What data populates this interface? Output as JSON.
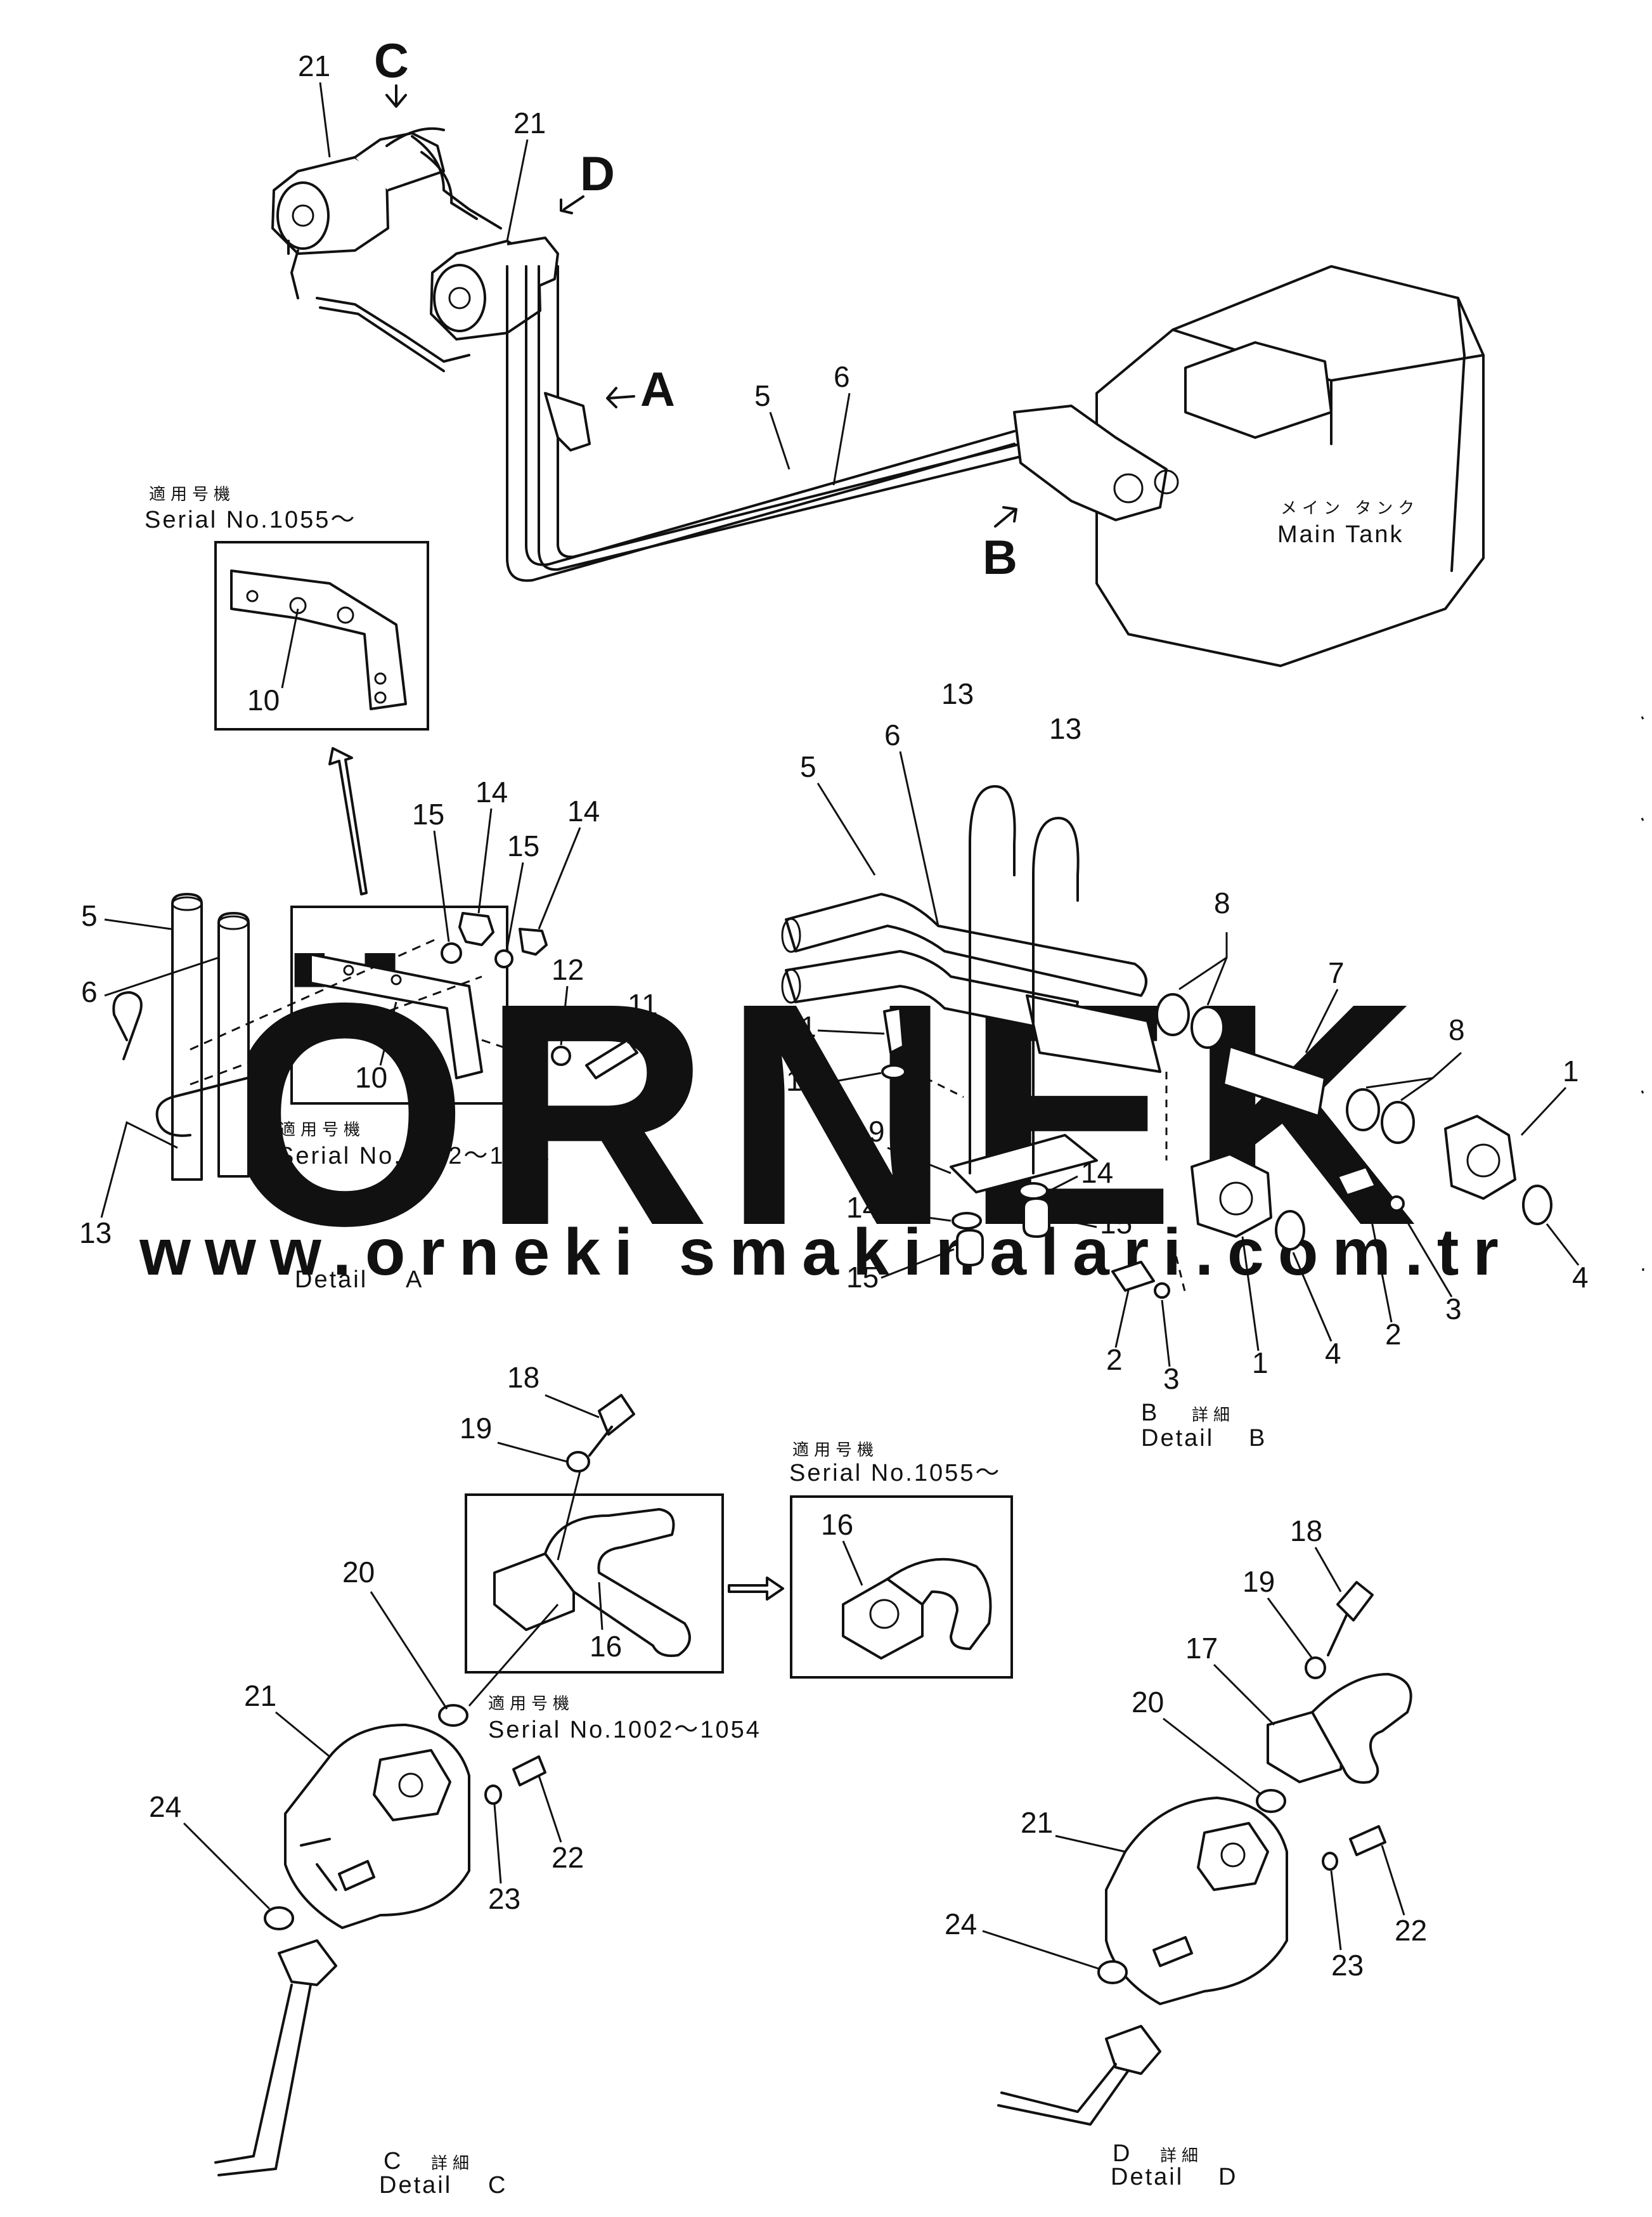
{
  "labels": {
    "c": "C",
    "d": "D",
    "a": "A",
    "b": "B",
    "n1": "1",
    "n2": "2",
    "n3": "3",
    "n4": "4",
    "n5": "5",
    "n6": "6",
    "n7": "7",
    "n8": "8",
    "n9": "9",
    "n10": "10",
    "n11": "11",
    "n12": "12",
    "n13": "13",
    "n14": "14",
    "n15": "15",
    "n16": "16",
    "n17": "17",
    "n18": "18",
    "n19": "19",
    "n20": "20",
    "n21": "21",
    "n22": "22",
    "n23": "23",
    "n24": "24"
  },
  "tank": {
    "jp": "メイン タンク",
    "en": "Main  Tank"
  },
  "applicable_jp": "適用号機",
  "serial_1055": "Serial  No.1055～",
  "serial_1002": "Serial  No.1002～1054",
  "detail_word": "Detail",
  "detail_jp": "詳細",
  "watermark": {
    "brand": "ÖRNEK",
    "url": "www.orneki smakinalari.com.tr"
  }
}
